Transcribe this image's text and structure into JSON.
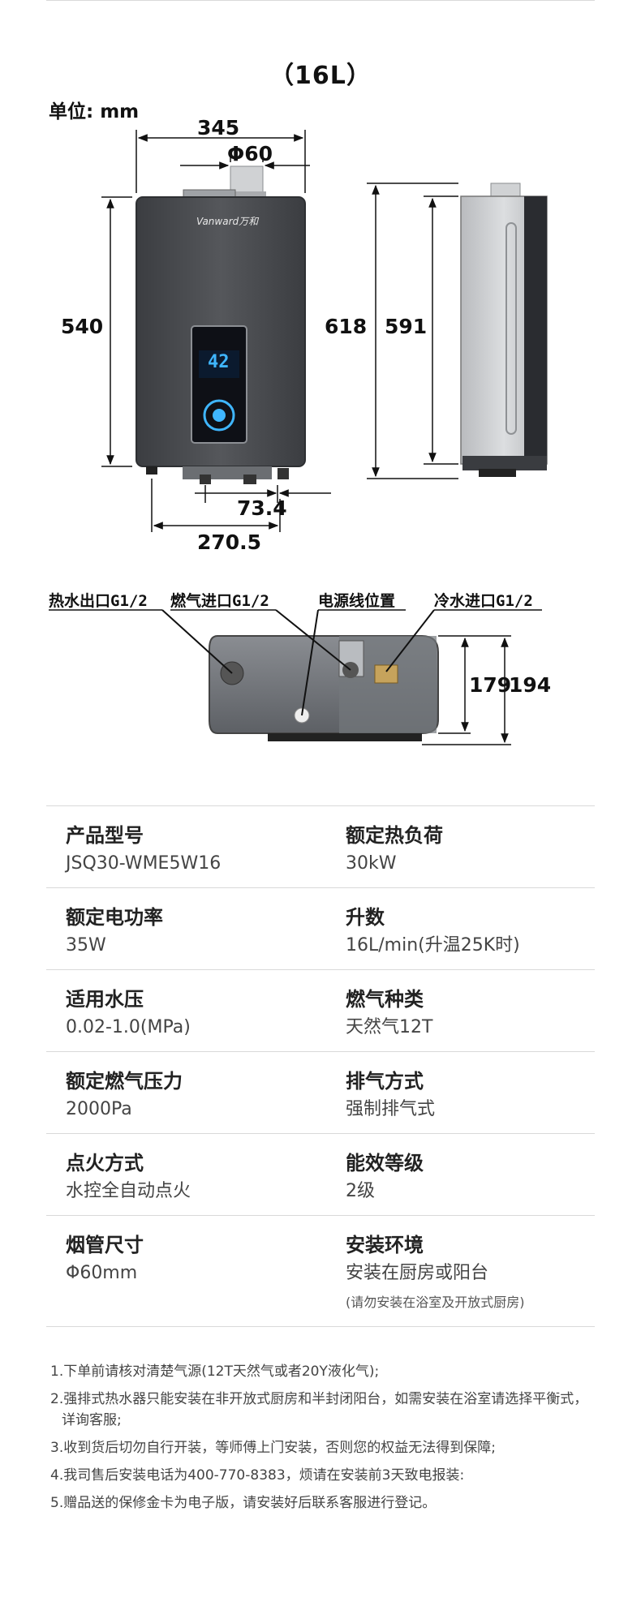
{
  "header": {
    "model_size": "（16L）",
    "unit": "单位: mm"
  },
  "front_view": {
    "width": "345",
    "flue_diameter": "Φ60",
    "height": "540",
    "pipe_gap": "73.4",
    "pipe_span": "270.5",
    "brand": "Vanward万和",
    "display_temp": "42"
  },
  "side_view": {
    "total_height": "618",
    "body_height": "591"
  },
  "bottom_view": {
    "hot_water_outlet": "热水出口G1/2",
    "gas_inlet": "燃气进口G1/2",
    "power_cord": "电源线位置",
    "cold_water_inlet": "冷水进口G1/2",
    "depth_inner": "179",
    "depth_outer": "194"
  },
  "specs": [
    {
      "left": {
        "label": "产品型号",
        "value": "JSQ30-WME5W16"
      },
      "right": {
        "label": "额定热负荷",
        "value": "30kW"
      }
    },
    {
      "left": {
        "label": "额定电功率",
        "value": "35W"
      },
      "right": {
        "label": "升数",
        "value": "16L/min(升温25K时)"
      }
    },
    {
      "left": {
        "label": "适用水压",
        "value": "0.02-1.0(MPa)"
      },
      "right": {
        "label": "燃气种类",
        "value": "天然气12T"
      }
    },
    {
      "left": {
        "label": "额定燃气压力",
        "value": "2000Pa"
      },
      "right": {
        "label": "排气方式",
        "value": "强制排气式"
      }
    },
    {
      "left": {
        "label": "点火方式",
        "value": "水控全自动点火"
      },
      "right": {
        "label": "能效等级",
        "value": "2级"
      }
    },
    {
      "left": {
        "label": "烟管尺寸",
        "value": "Φ60mm"
      },
      "right": {
        "label": "安装环境",
        "value": "安装在厨房或阳台",
        "note": "(请勿安装在浴室及开放式厨房)"
      }
    }
  ],
  "notes": [
    "1.下单前请核对清楚气源(12T天然气或者20Y液化气);",
    "2.强排式热水器只能安装在非开放式厨房和半封闭阳台，如需安装在浴室请选择平衡式，",
    "详询客服;",
    "3.收到货后切勿自行开装，等师傅上门安装，否则您的权益无法得到保障;",
    "4.我司售后安装电话为400-770-8383，烦请在安装前3天致电报装:",
    "5.赠品送的保修金卡为电子版，请安装好后联系客服进行登记。"
  ],
  "colors": {
    "body_dark": "#4a4c50",
    "side_silver": "#c9cbcd",
    "accent_blue": "#3fb6ff",
    "rule": "#d9d9d9"
  }
}
